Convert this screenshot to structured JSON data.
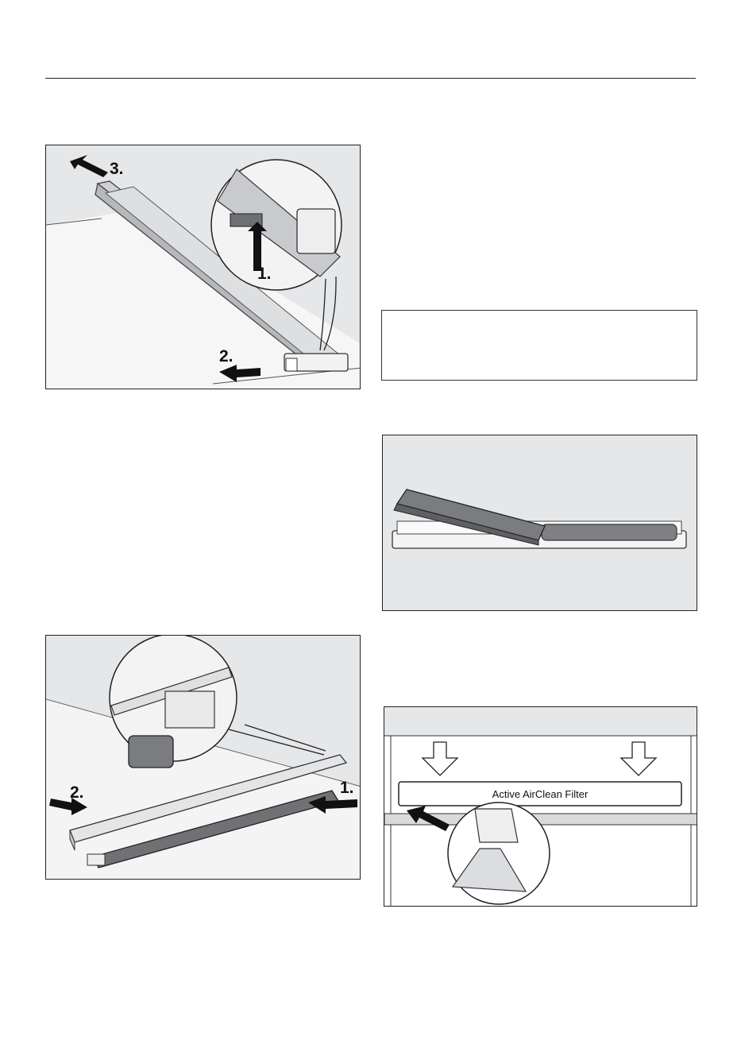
{
  "figures": {
    "rail_removal": {
      "steps": [
        "3.",
        "1.",
        "2."
      ]
    },
    "shelf_removal": {
      "steps": [
        "2.",
        "1."
      ]
    },
    "filter_insert": {
      "filter_label": "Active AirClean Filter"
    }
  },
  "note": {
    "text": ""
  },
  "colors": {
    "figure_bg": "#e6e7e9",
    "part_dark": "#7a7c7f",
    "part_light": "#dcdde0",
    "arrow": "#111111"
  }
}
